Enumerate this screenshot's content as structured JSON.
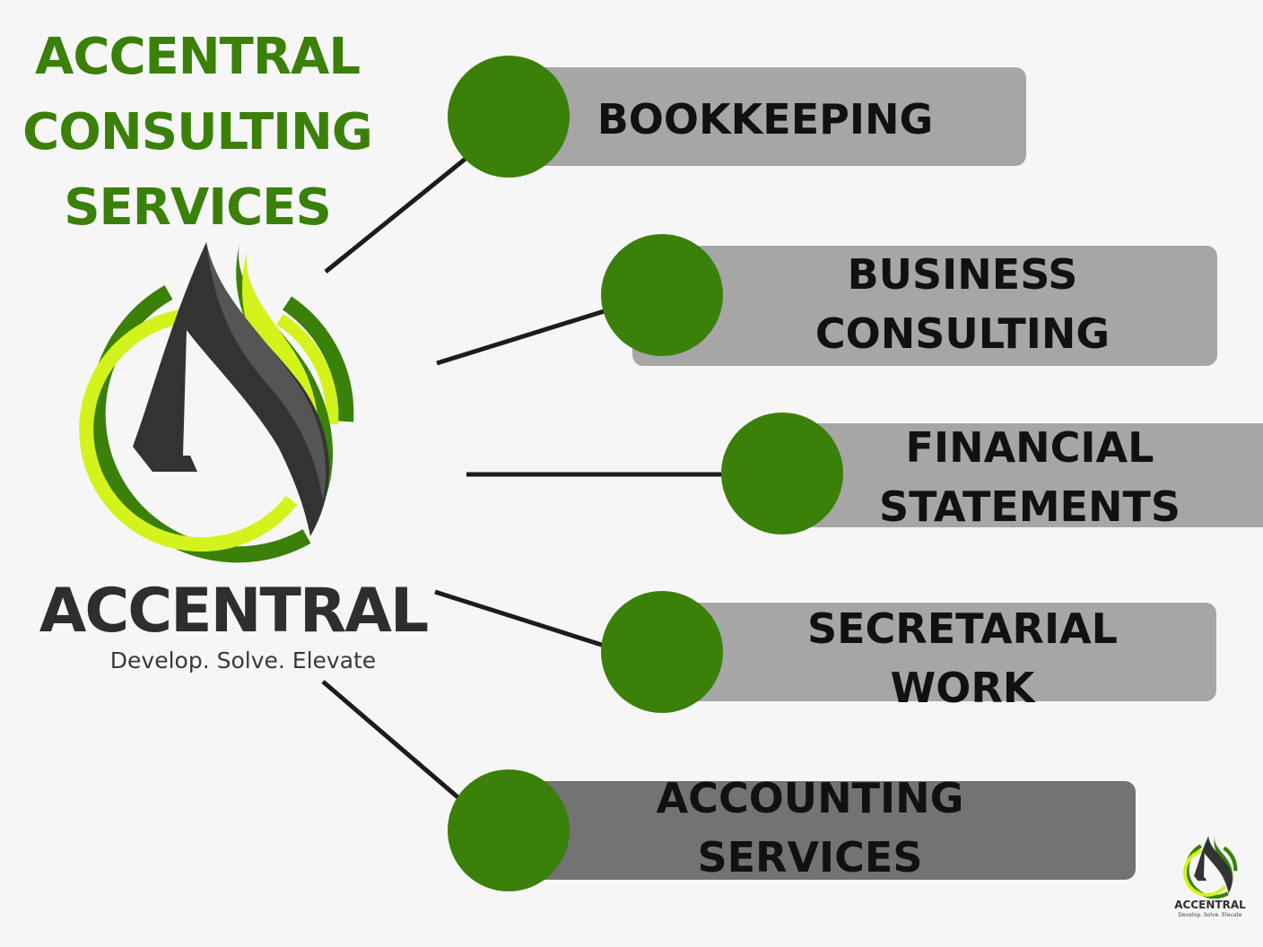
{
  "title": {
    "line1": "ACCENTRAL",
    "line2": "CONSULTING",
    "line3": "SERVICES"
  },
  "brand": {
    "name": "ACCENTRAL",
    "tagline": "Develop. Solve. Elevate"
  },
  "colors": {
    "green": "#3a8009",
    "lime": "#d4f21c",
    "dark": "#333333",
    "pill": "#a6a6a6",
    "pill_dark": "#737373"
  },
  "services": [
    {
      "lines": [
        "BOOKKEEPING"
      ]
    },
    {
      "lines": [
        "BUSINESS",
        "CONSULTING"
      ]
    },
    {
      "lines": [
        "FINANCIAL",
        "STATEMENTS"
      ]
    },
    {
      "lines": [
        "SECRETARIAL",
        "WORK"
      ]
    },
    {
      "lines": [
        "ACCOUNTING",
        "SERVICES"
      ]
    }
  ]
}
